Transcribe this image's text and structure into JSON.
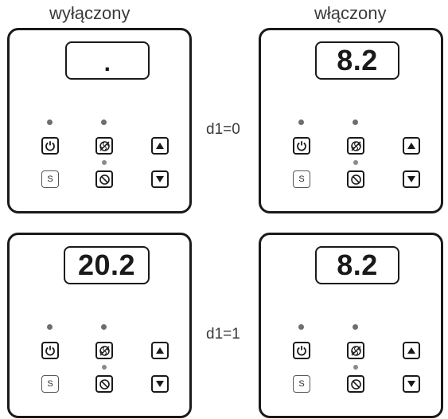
{
  "columns": {
    "left_title": "wyłączony",
    "right_title": "włączony"
  },
  "rows": {
    "row1_label": "d1=0",
    "row2_label": "d1=1"
  },
  "panels": {
    "top_left": {
      "display": "."
    },
    "top_right": {
      "display": "8.2"
    },
    "bottom_left": {
      "display": "20.2"
    },
    "bottom_right": {
      "display": "8.2"
    }
  },
  "buttons": {
    "s_label": "S"
  },
  "icons": [
    "power-icon",
    "no-fan-icon",
    "up-arrow-icon",
    "down-arrow-icon",
    "prohibit-icon"
  ]
}
